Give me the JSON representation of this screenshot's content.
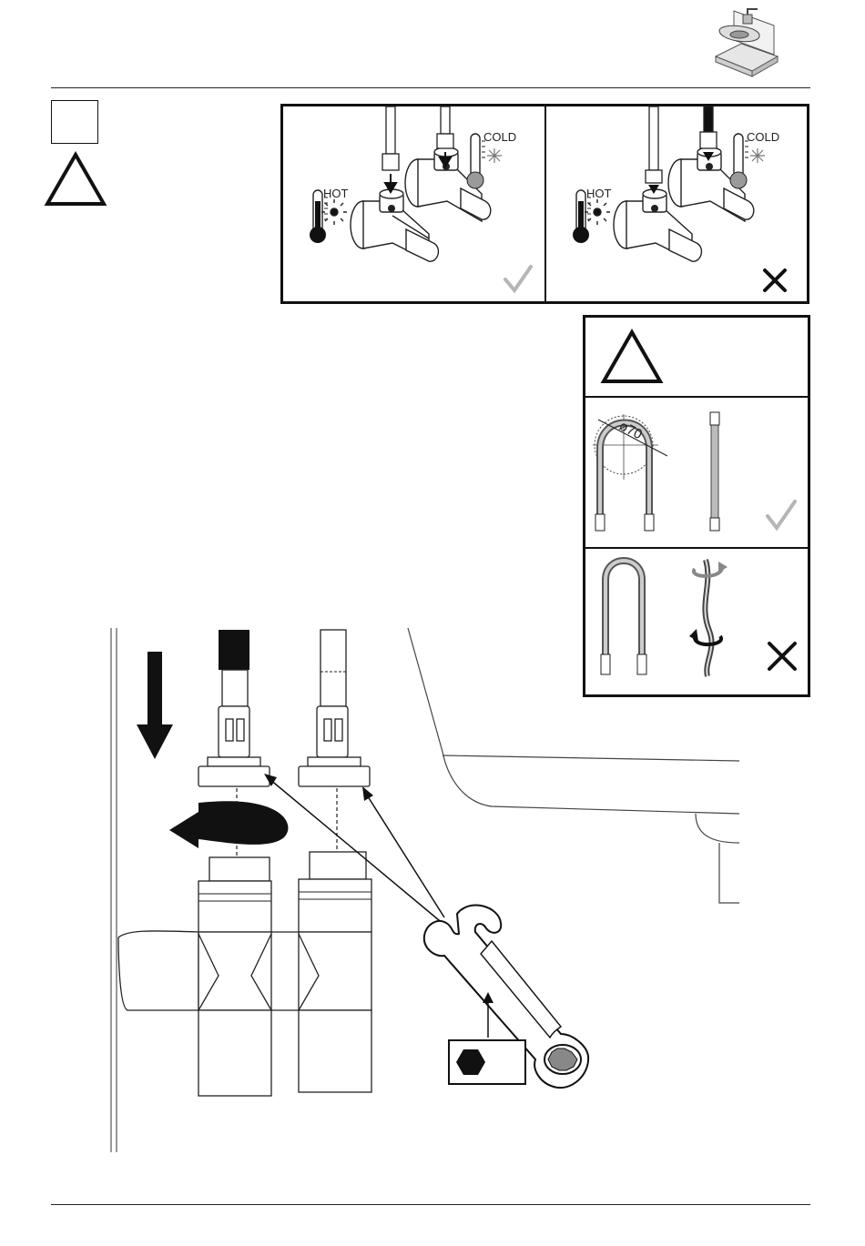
{
  "diagram_panel": {
    "hot_label": "HOT",
    "cold_label": "COLD"
  },
  "bend_panel": {
    "diameter_label": "ø70"
  },
  "icons": {
    "header_product": "basin-mixer-product-icon",
    "step_box": "step-number-box-icon",
    "warning": "warning-triangle-icon",
    "correct": "check-mark-icon",
    "incorrect": "x-mark-icon",
    "spanner": "hex-spanner-icon"
  },
  "colors": {
    "line": "#111111",
    "check_gray": "#b5b5b5",
    "cold_fill": "#9a9a9a"
  }
}
